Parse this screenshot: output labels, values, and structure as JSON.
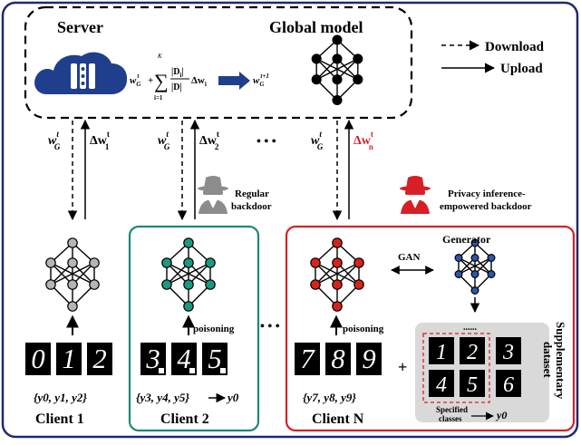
{
  "server": {
    "label": "Server"
  },
  "global_model": {
    "label": "Global model"
  },
  "legend": {
    "download": "Download",
    "upload": "Upload"
  },
  "formula": {
    "w_g": "w",
    "sub_g": "G",
    "sup_t": "t",
    "plus": "+",
    "sum_top": "K",
    "sum_bottom": "i=1",
    "frac_num": "|D",
    "frac_num_sub": "i",
    "frac_num_close": "|",
    "frac_den": "|D|",
    "delta_w": "Δw",
    "delta_sub": "i",
    "result_sup": "t+1"
  },
  "channels": [
    {
      "down": "w",
      "down_sub": "G",
      "down_sup": "t",
      "up": "Δw",
      "up_sub": "1",
      "up_sup": "t"
    },
    {
      "down": "w",
      "down_sub": "G",
      "down_sup": "t",
      "up": "Δw",
      "up_sub": "2",
      "up_sup": "t"
    },
    {
      "down": "w",
      "down_sub": "G",
      "down_sup": "t",
      "up": "Δw",
      "up_sub": "n",
      "up_sup": "t"
    }
  ],
  "ellipsis": "• • •",
  "regular_backdoor": {
    "line1": "Regular",
    "line2": "backdoor"
  },
  "privacy_backdoor": {
    "line1": "Privacy inference-",
    "line2": "empowered backdoor"
  },
  "generator": {
    "label": "Generator",
    "gan": "GAN"
  },
  "poisoning": "poisoning",
  "clients": [
    {
      "name": "Client 1",
      "digits": [
        "0",
        "1",
        "2"
      ],
      "labels": "{y0, y1, y2}"
    },
    {
      "name": "Client 2",
      "digits": [
        "3",
        "4",
        "5"
      ],
      "labels": "{y3, y4, y5}",
      "target": "y0"
    },
    {
      "name": "Client N",
      "digits": [
        "7",
        "8",
        "9"
      ],
      "labels": "{y7, y8, y9}"
    }
  ],
  "plus": "+",
  "supplementary": {
    "label_line1": "Supplementary",
    "label_line2": "dataset",
    "dots": "......",
    "digits": [
      "1",
      "2",
      "3",
      "4",
      "5",
      "6"
    ],
    "specified": "Specified",
    "classes": "classes",
    "target": "y0"
  },
  "colors": {
    "outer_border": "#1f2a6b",
    "server_cloud": "#1f3e8c",
    "client2_border": "#1a8a74",
    "client_n_border": "#d81f26",
    "node_gray": "#b5b5b5",
    "node_teal": "#1a9a7e",
    "node_red": "#d8231c",
    "node_blue": "#2a56b0",
    "red_text": "#d81f26"
  }
}
